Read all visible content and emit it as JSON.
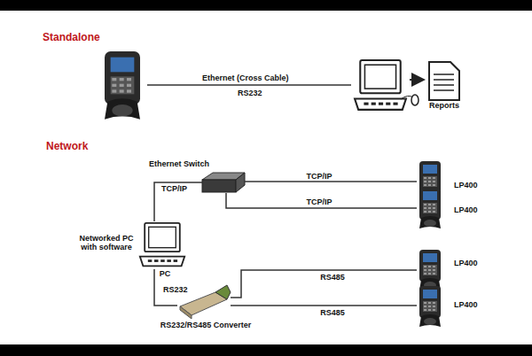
{
  "diagram": {
    "nodes": [
      {
        "text": [
          "Ethernet Switch"
        ]
      },
      {
        "text": [
          "LP400"
        ]
      },
      {
        "text": [
          "LP400"
        ]
      },
      {
        "text": [
          "Networked PC with software",
          "PC"
        ]
      },
      {
        "text": [
          "RS232/RS485 Converter"
        ]
      },
      {
        "text": [
          "LP400"
        ]
      },
      {
        "text": [
          "LP400"
        ]
      },
      {
        "text": [
          "Reports"
        ]
      }
    ],
    "edges": [
      {
        "from": 3,
        "to": 0,
        "label": "TCP/IP",
        "arrow": "none"
      },
      {
        "from": 0,
        "to": 1,
        "label": "TCP/IP",
        "arrow": "none"
      },
      {
        "from": 0,
        "to": 2,
        "label": "TCP/IP",
        "arrow": "none"
      },
      {
        "from": 3,
        "to": 4,
        "label": "RS232",
        "arrow": "none"
      },
      {
        "from": 4,
        "to": 5,
        "label": "RS485",
        "arrow": "none"
      },
      {
        "from": 4,
        "to": 6,
        "label": "RS485",
        "arrow": "none"
      }
    ],
    "labels": [
      "Standalone",
      "Ethernet (Cross Cable)",
      "RS232",
      "Network"
    ]
  }
}
